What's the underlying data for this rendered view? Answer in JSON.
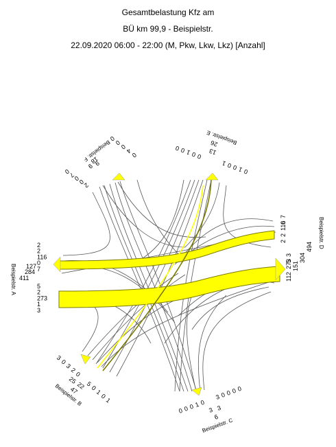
{
  "header": {
    "line1": "Gesamtbelastung Kfz am",
    "line2": "BÜ km 99,9 - Beispielstr.",
    "line3": "22.09.2020 06:00 - 22:00 (M, Pkw, Lkw, Lkz) [Anzahl]"
  },
  "colors": {
    "band_fill": "#ffff00",
    "band_stroke": "#7a7a00",
    "line": "#555555",
    "arrow_fill": "#ffff00"
  },
  "arms": [
    {
      "id": "A",
      "name": "Beispielstr. A",
      "totals": [
        "411",
        "284",
        "127"
      ],
      "groups": [
        [
          "2",
          "2",
          "116",
          "0",
          "7"
        ],
        [
          "5",
          "2",
          "273",
          "1",
          "3"
        ]
      ]
    },
    {
      "id": "B",
      "name": "Beispielstr. B",
      "totals": [
        "47",
        "22",
        "25"
      ],
      "groups": [
        [
          "3",
          "0",
          "3",
          "2",
          "0"
        ],
        [
          "5",
          "0",
          "1",
          "0",
          "1"
        ]
      ]
    },
    {
      "id": "C",
      "name": "Beispielstr. C",
      "totals": [
        "6",
        "3",
        "3"
      ],
      "groups": [
        [
          "0",
          "0",
          "0",
          "1",
          "0"
        ],
        [
          "3",
          "0",
          "0",
          "0",
          "0"
        ]
      ]
    },
    {
      "id": "D",
      "name": "Beispielstr. D",
      "totals": [
        "494",
        "304",
        "151"
      ],
      "groups": [
        [
          "11",
          "2",
          "273",
          "5",
          "3"
        ],
        [
          "2",
          "2",
          "116",
          "0",
          "7"
        ]
      ]
    },
    {
      "id": "E",
      "name": "Beispielstr. E",
      "totals": [
        "26",
        "13"
      ],
      "groups": [
        [
          "0",
          "0",
          "1",
          "0",
          "0"
        ],
        [
          "1",
          "0",
          "0",
          "1",
          "0"
        ]
      ]
    },
    {
      "id": "F",
      "name": "Beispielstr. F",
      "totals": [
        "18",
        "9",
        "9"
      ],
      "groups": [
        [
          "0",
          "4",
          "0",
          "0",
          "0"
        ],
        [
          "2",
          "0",
          "0",
          "7",
          "0"
        ]
      ]
    }
  ]
}
